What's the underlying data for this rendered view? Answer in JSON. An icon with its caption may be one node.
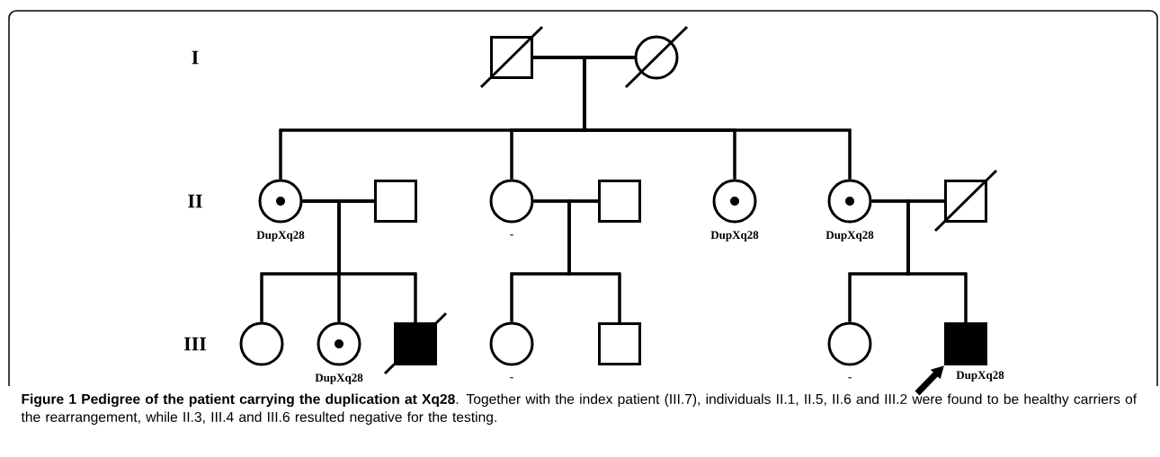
{
  "diagram": {
    "caption": "**Figure 1 Pedigree of the patient carrying the duplication at Xq28**. Together with the index patient (III.7), individuals II.1, II.5, II.6 and III.2 were found to be healthy carriers of the rearrangement, while II.3, III.4 and III.6 resulted negative for the testing.",
    "nodes": [
      {
        "text": [],
        "shape": "box"
      },
      {
        "text": [],
        "shape": "circle"
      },
      {
        "text": [],
        "shape": "circle",
        "beside": [
          "DupXq28"
        ]
      },
      {
        "text": [],
        "shape": "box"
      },
      {
        "text": [],
        "shape": "circle",
        "beside": [
          "-"
        ]
      },
      {
        "text": [],
        "shape": "box"
      },
      {
        "text": [],
        "shape": "circle",
        "beside": [
          "DupXq28"
        ]
      },
      {
        "text": [],
        "shape": "circle",
        "beside": [
          "DupXq28"
        ]
      },
      {
        "text": [],
        "shape": "box"
      },
      {
        "text": [],
        "shape": "circle"
      },
      {
        "text": [],
        "shape": "circle",
        "beside": [
          "DupXq28"
        ]
      },
      {
        "text": [],
        "shape": "box"
      },
      {
        "text": [],
        "shape": "circle",
        "beside": [
          "-"
        ]
      },
      {
        "text": [],
        "shape": "box"
      },
      {
        "text": [],
        "shape": "circle",
        "beside": [
          "-"
        ]
      },
      {
        "text": [],
        "shape": "box",
        "beside": [
          "DupXq28"
        ]
      }
    ],
    "edges": [
      {
        "from": 0,
        "to": 1,
        "arrow": "none"
      },
      {
        "from": 0,
        "to": 2,
        "arrow": "none"
      },
      {
        "from": 0,
        "to": 4,
        "arrow": "none"
      },
      {
        "from": 0,
        "to": 6,
        "arrow": "none"
      },
      {
        "from": 0,
        "to": 7,
        "arrow": "none"
      },
      {
        "from": 1,
        "to": 2,
        "arrow": "none"
      },
      {
        "from": 1,
        "to": 4,
        "arrow": "none"
      },
      {
        "from": 1,
        "to": 6,
        "arrow": "none"
      },
      {
        "from": 1,
        "to": 7,
        "arrow": "none"
      },
      {
        "from": 2,
        "to": 3,
        "arrow": "none"
      },
      {
        "from": 2,
        "to": 9,
        "arrow": "none"
      },
      {
        "from": 2,
        "to": 10,
        "arrow": "none"
      },
      {
        "from": 2,
        "to": 11,
        "arrow": "none"
      },
      {
        "from": 3,
        "to": 9,
        "arrow": "none"
      },
      {
        "from": 3,
        "to": 10,
        "arrow": "none"
      },
      {
        "from": 3,
        "to": 11,
        "arrow": "none"
      },
      {
        "from": 4,
        "to": 5,
        "arrow": "none"
      },
      {
        "from": 4,
        "to": 12,
        "arrow": "none"
      },
      {
        "from": 4,
        "to": 13,
        "arrow": "none"
      },
      {
        "from": 5,
        "to": 12,
        "arrow": "none"
      },
      {
        "from": 5,
        "to": 13,
        "arrow": "none"
      },
      {
        "from": 7,
        "to": 8,
        "arrow": "none"
      },
      {
        "from": 7,
        "to": 14,
        "arrow": "none"
      },
      {
        "from": 7,
        "to": 15,
        "arrow": "none"
      },
      {
        "from": 8,
        "to": 14,
        "arrow": "none"
      },
      {
        "from": 8,
        "to": 15,
        "arrow": "none"
      },
      {
        "from": null,
        "to": 15,
        "arrow": "to",
        "style": "thick"
      }
    ],
    "labels": [
      "I",
      "II",
      "III"
    ]
  }
}
